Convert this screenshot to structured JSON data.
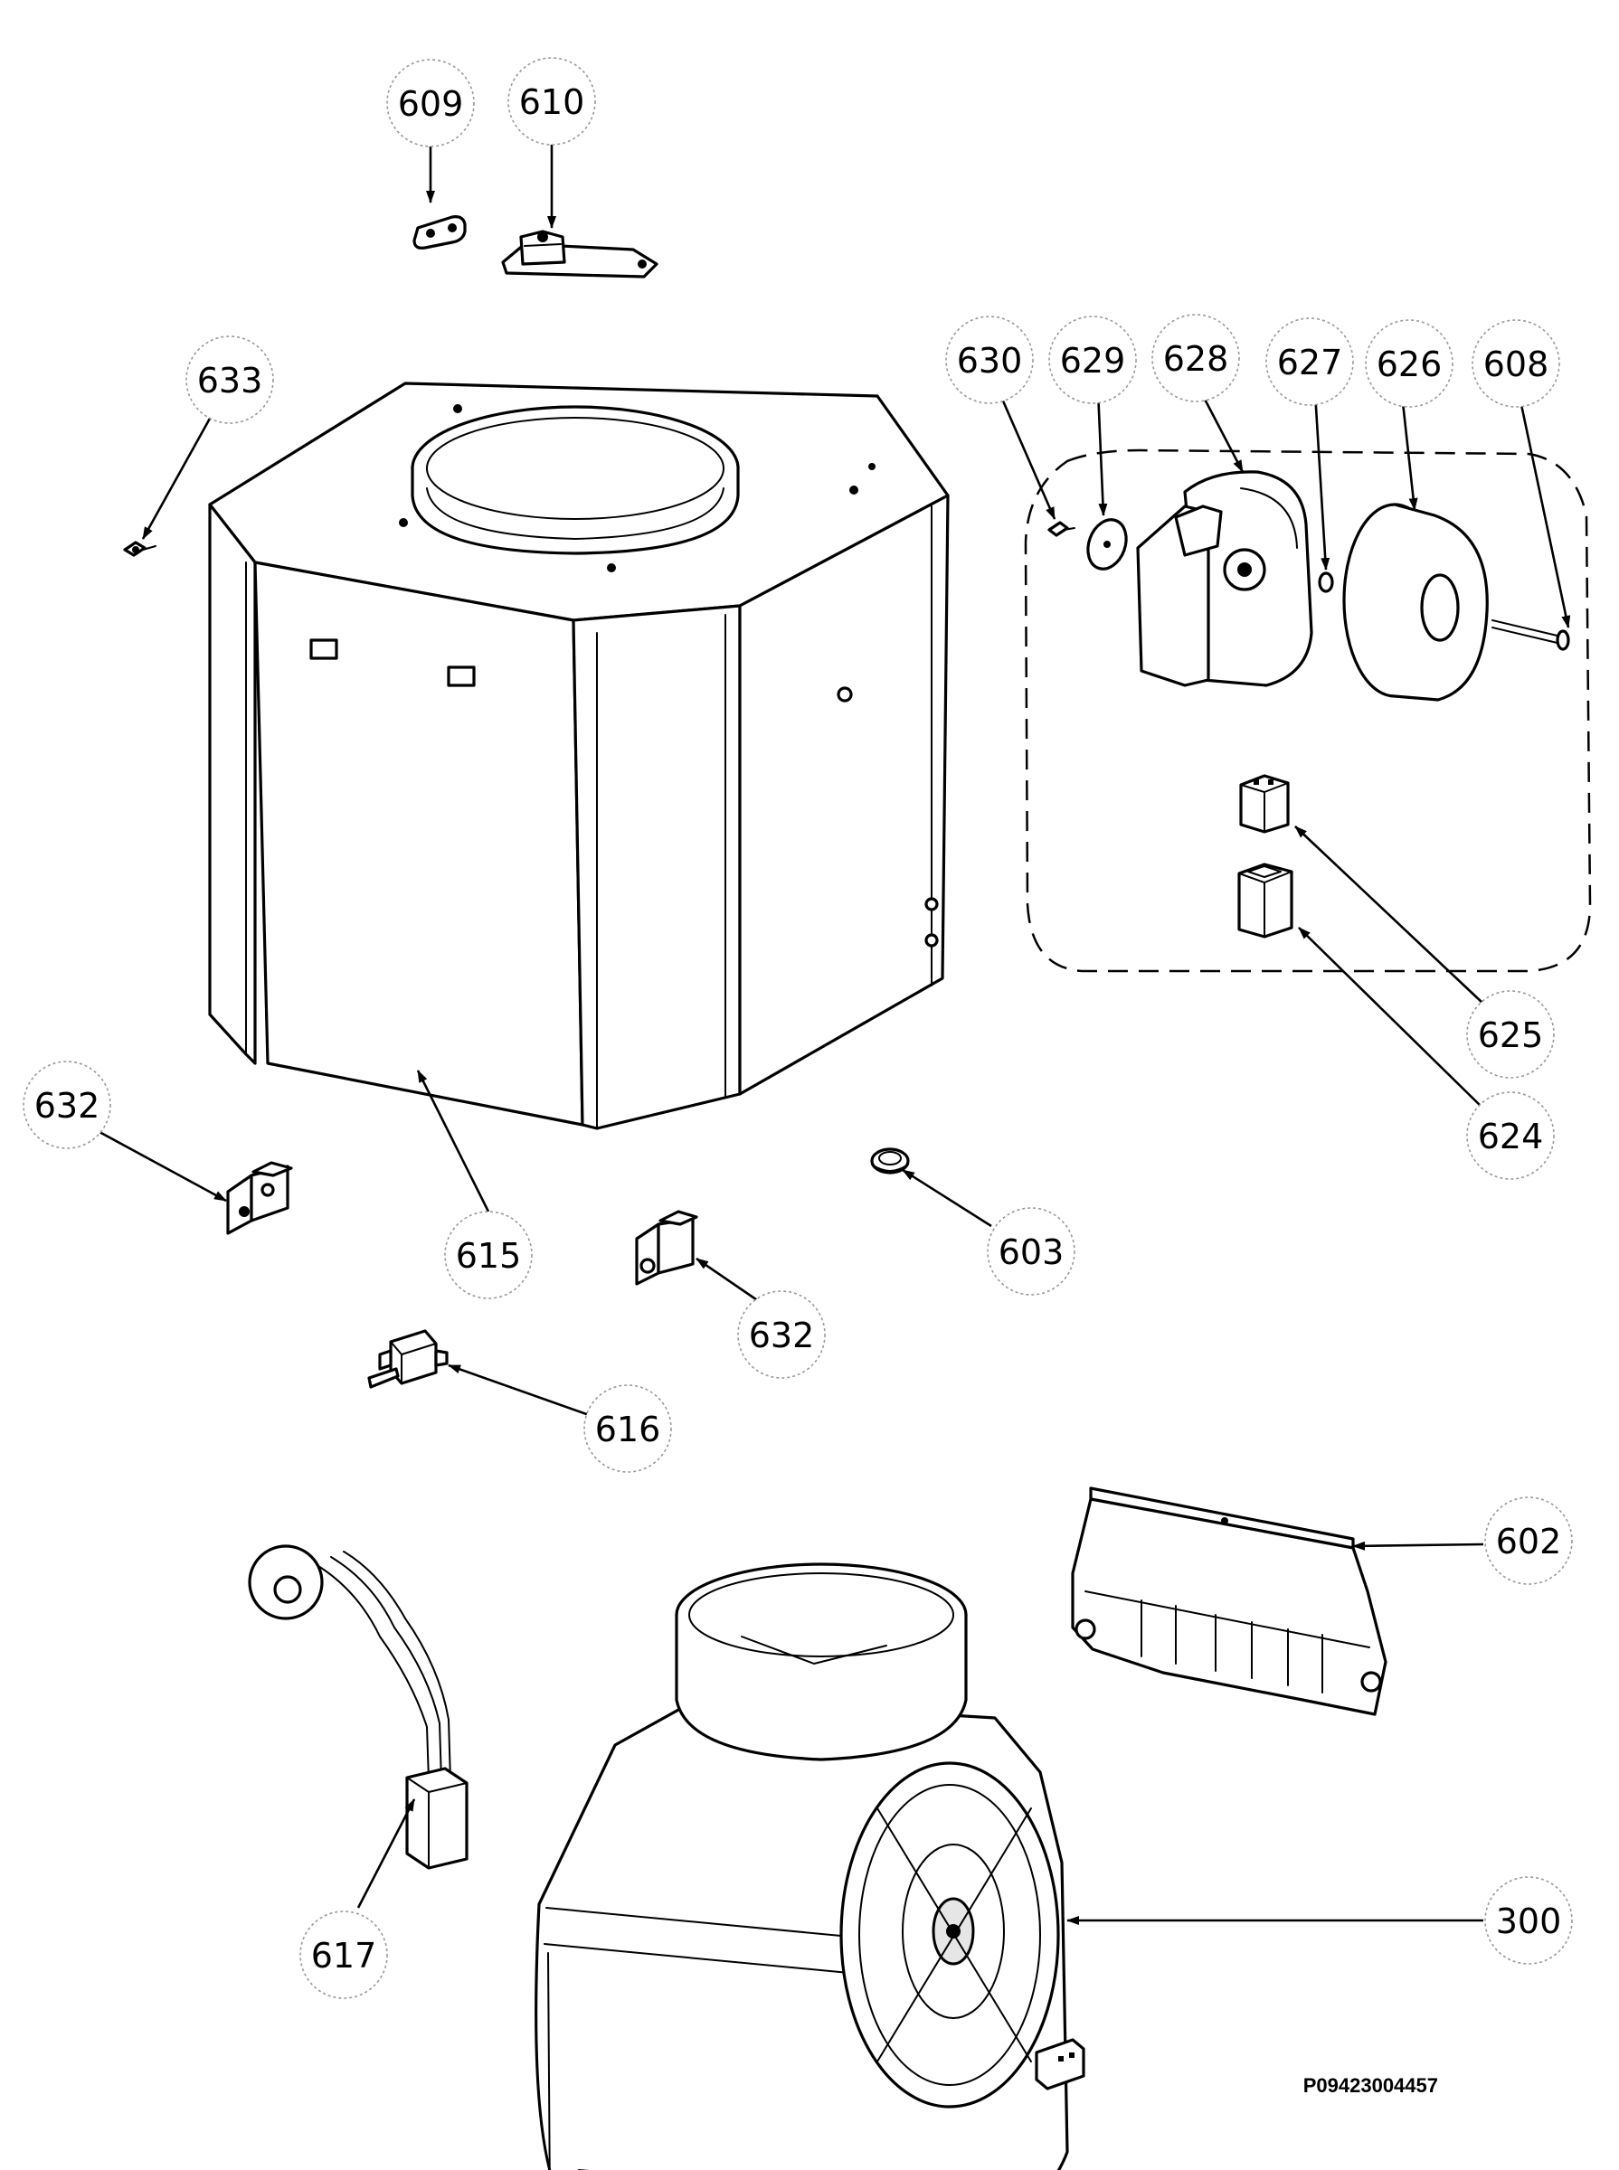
{
  "drawing": {
    "reference_code": "P09423004457",
    "callouts": [
      {
        "label": "609"
      },
      {
        "label": "610"
      },
      {
        "label": "633"
      },
      {
        "label": "630"
      },
      {
        "label": "629"
      },
      {
        "label": "628"
      },
      {
        "label": "627"
      },
      {
        "label": "626"
      },
      {
        "label": "608"
      },
      {
        "label": "625"
      },
      {
        "label": "624"
      },
      {
        "label": "632"
      },
      {
        "label": "615"
      },
      {
        "label": "603"
      },
      {
        "label": "632"
      },
      {
        "label": "616"
      },
      {
        "label": "602"
      },
      {
        "label": "300"
      },
      {
        "label": "617"
      }
    ]
  }
}
